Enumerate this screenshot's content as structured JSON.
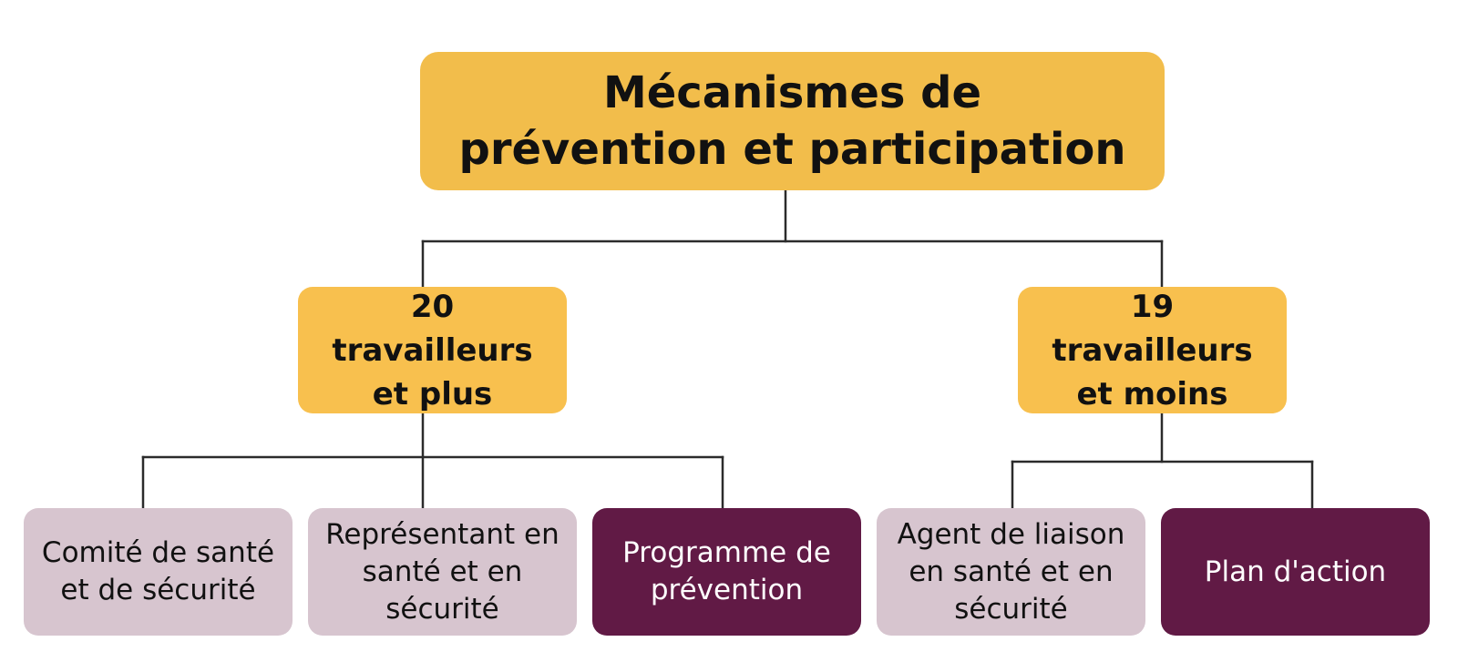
{
  "diagram": {
    "root": {
      "label": "Mécanismes de\nprévention et participation"
    },
    "branches": [
      {
        "label": "20 travailleurs\net plus",
        "children": [
          {
            "label": "Comité de santé\net de sécurité",
            "style": "light"
          },
          {
            "label": "Représentant en\nsanté et en\nsécurité",
            "style": "light"
          },
          {
            "label": "Programme de\nprévention",
            "style": "dark"
          }
        ]
      },
      {
        "label": "19 travailleurs\net moins",
        "children": [
          {
            "label": "Agent de liaison\nen santé et en\nsécurité",
            "style": "light"
          },
          {
            "label": "Plan d'action",
            "style": "dark"
          }
        ]
      }
    ]
  },
  "colors": {
    "root_fill": "#F2BD4B",
    "branch_fill": "#F8C04E",
    "leaf_light_fill": "#D7C5CF",
    "leaf_dark_fill": "#611A45",
    "connector": "#2B2B2B"
  }
}
